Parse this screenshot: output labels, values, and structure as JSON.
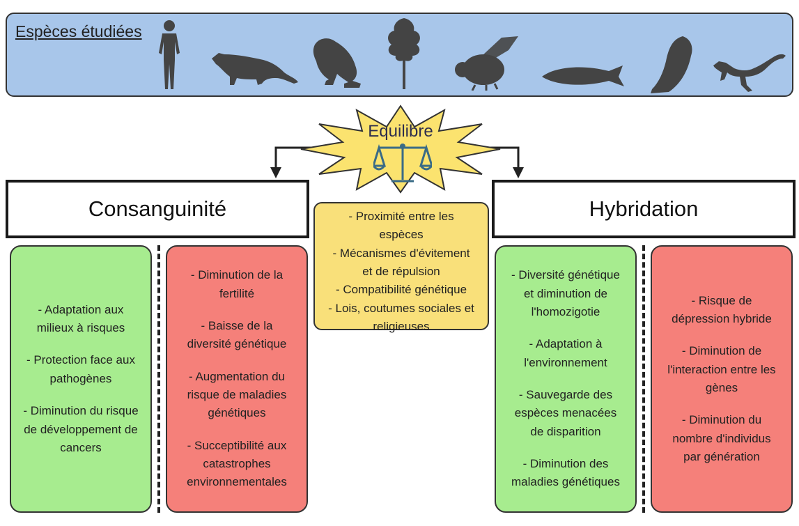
{
  "species_panel": {
    "title": "Espèces étudiées",
    "icons": [
      "human-icon",
      "marten-icon",
      "frog-icon",
      "tree-icon",
      "bee-icon",
      "fish-icon",
      "owl-icon",
      "lizard-icon"
    ]
  },
  "center": {
    "label": "Equilibre",
    "icon": "balance-scale-icon",
    "factors": [
      "- Proximité entre les\nespèces",
      "- Mécanismes d'évitement\net de répulsion",
      "- Compatibilité génétique",
      "- Lois, coutumes sociales et\nreligieuses"
    ]
  },
  "consanguinite": {
    "title": "Consanguinité",
    "advantages": [
      "- Adaptation aux\nmilieux à risques",
      "- Protection face aux\npathogènes",
      "- Diminution du risque\nde développement de\ncancers"
    ],
    "disadvantages": [
      "- Diminution de la\nfertilité",
      "- Baisse de la\ndiversité génétique",
      "- Augmentation du\nrisque de maladies\ngénétiques",
      "- Succeptibilité aux\ncatastrophes\nenvironnementales"
    ]
  },
  "hybridation": {
    "title": "Hybridation",
    "advantages": [
      "- Diversité génétique\net diminution de\nl'homozigotie",
      "- Adaptation à\nl'environnement",
      "- Sauvegarde des\nespèces menacées\nde disparition",
      "- Diminution des\nmaladies génétiques"
    ],
    "disadvantages": [
      "- Risque de\ndépression hybride",
      "- Diminution de\nl'interaction entre les\ngènes",
      "- Diminution du\nnombre d'individus\npar génération"
    ]
  },
  "colors": {
    "species_bg": "#a8c6ea",
    "advantage": "#a7ec8f",
    "disadvantage": "#f5807a",
    "factors": "#f9e07a",
    "star": "#fbe36f"
  }
}
